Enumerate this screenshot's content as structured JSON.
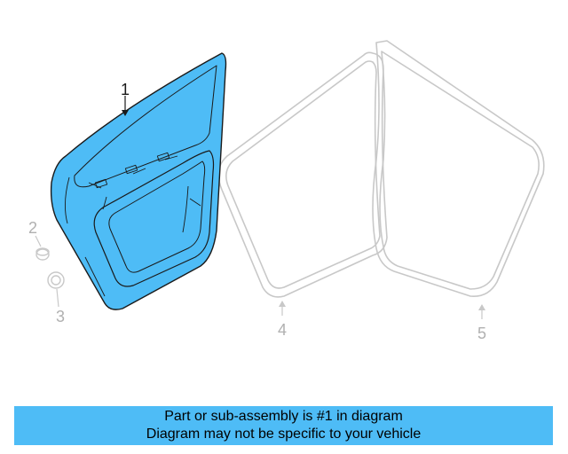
{
  "colors": {
    "highlight": "#4ebcf6",
    "outline_dark": "#1a1a1a",
    "outline_faded": "#c8c8c8",
    "banner_bg": "#4ebcf6"
  },
  "callouts": [
    {
      "number": "1",
      "part": "door-shell",
      "highlighted": true
    },
    {
      "number": "2",
      "part": "plug",
      "highlighted": false
    },
    {
      "number": "3",
      "part": "grommet",
      "highlighted": false
    },
    {
      "number": "4",
      "part": "door-weatherstrip-body-side",
      "highlighted": false
    },
    {
      "number": "5",
      "part": "door-weatherstrip-door-side",
      "highlighted": false
    }
  ],
  "banner": {
    "line1": "Part or sub-assembly is #1 in diagram",
    "line2": "Diagram may not be specific to your vehicle"
  }
}
